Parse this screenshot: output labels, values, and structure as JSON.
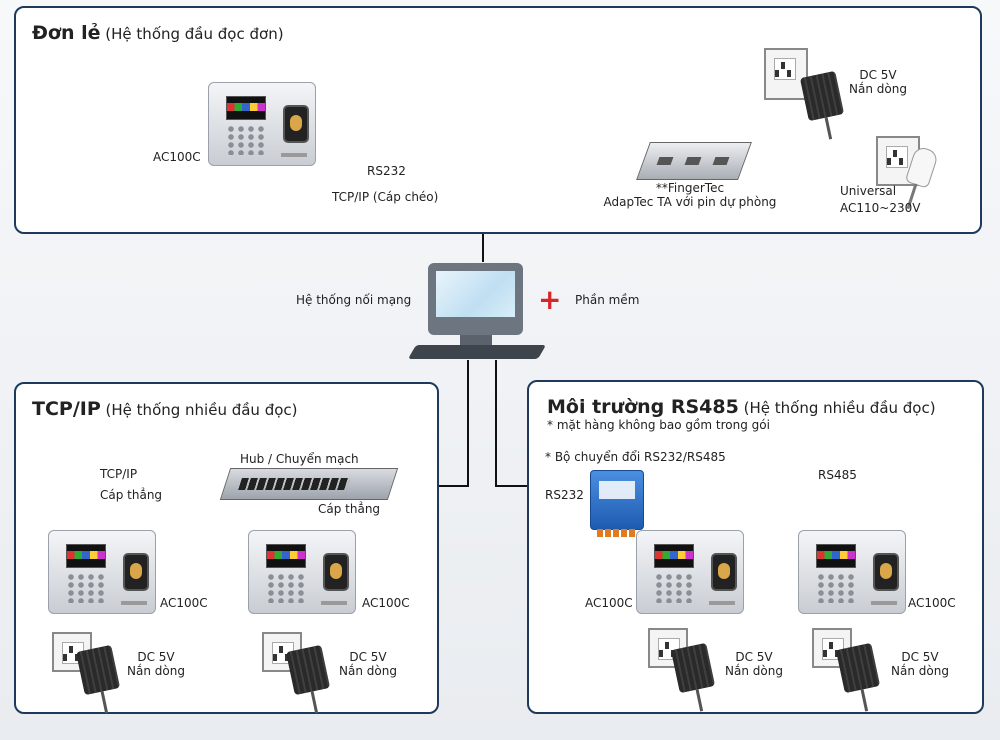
{
  "panels": {
    "standalone": {
      "title_bold": "Đơn lẻ",
      "title_rest": "(Hệ thống đầu đọc đơn)"
    },
    "tcpip": {
      "title_bold": "TCP/IP",
      "title_rest": "(Hệ thống nhiều đầu đọc)"
    },
    "rs485": {
      "title_bold": "Môi trường RS485",
      "title_rest": "(Hệ thống nhiều đầu đọc)",
      "note": "* mặt hàng không bao gồm trong gói"
    }
  },
  "labels": {
    "device_model": "AC100C",
    "rs232": "RS232",
    "tcpip_crossover": "TCP/IP (Cáp chéo)",
    "adaptec_line1": "**FingerTec",
    "adaptec_line2": "AdapTec TA với pin dự phòng",
    "dc_5v": "DC 5V",
    "rectifier": "Nắn dòng",
    "universal": "Universal",
    "ac_range": "AC110~230V",
    "network_system": "Hệ thống nối mạng",
    "software": "Phần mềm",
    "hub": "Hub / Chuyển mạch",
    "tcpip": "TCP/IP",
    "straight_cable": "Cáp thẳng",
    "converter": "* Bộ chuyển đổi RS232/RS485",
    "rs485": "RS485"
  }
}
